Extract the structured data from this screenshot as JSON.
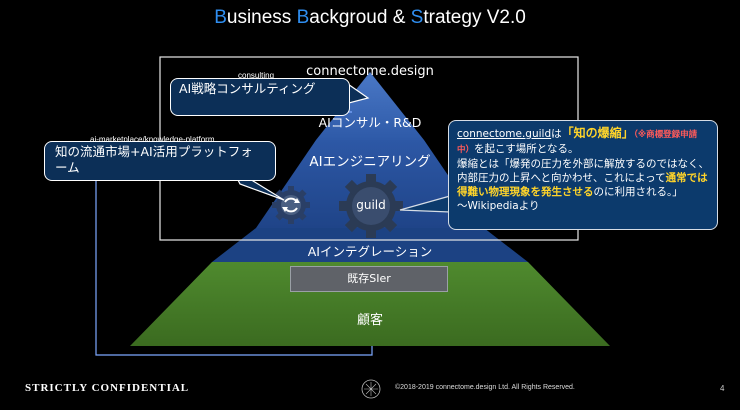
{
  "title": {
    "parts": [
      {
        "text": "B",
        "accent": true
      },
      {
        "text": "usiness ",
        "accent": false
      },
      {
        "text": "B",
        "accent": true
      },
      {
        "text": "ackgroud & ",
        "accent": false
      },
      {
        "text": "S",
        "accent": true
      },
      {
        "text": "trategy V2.0",
        "accent": false
      }
    ]
  },
  "diagram": {
    "frame_label": "connectome.design",
    "layers": {
      "top": "AIコンサル・R&D",
      "engineering": "AIエンジニアリング",
      "integration": "AIインテグレーション",
      "sier": "既存SIer",
      "customer": "顧客"
    },
    "gear_label": "guild"
  },
  "callouts": {
    "consulting": {
      "tag": "consulting",
      "text": "AI戦略コンサルティング"
    },
    "marketplace": {
      "tag": "ai-marketplace/knowledge-platform",
      "text": "知の流通市場+AI活用プラットフォーム"
    },
    "guild": {
      "line1_pre": "connectome.guild",
      "line1_mid": "は",
      "line1_highlight": "「知の爆縮」",
      "line1_note": "（※商標登録申請中）",
      "line1_post": "を起こす場所となる。",
      "line2_pre": "爆縮とは「爆発の圧力を外部に解放するのではなく、内部圧力の上昇へと向かわせ、これによって",
      "line2_highlight": "通常では得難い物理現象を発生させる",
      "line2_post": "のに利用される。」",
      "line3": "〜Wikipediaより"
    }
  },
  "footer": {
    "confidential": "STRICTLY CONFIDENTIAL",
    "copyright": "©2018-2019 connectome.design Ltd. All Rights Reserved.",
    "page": "4"
  },
  "colors": {
    "accent": "#2f8ef0",
    "pyramid_top": "#3565b8",
    "pyramid_mid": "#254d96",
    "pyramid_integration": "#1b3e80",
    "pyramid_base": "#4a7a2a",
    "highlight": "#ffd42a"
  }
}
